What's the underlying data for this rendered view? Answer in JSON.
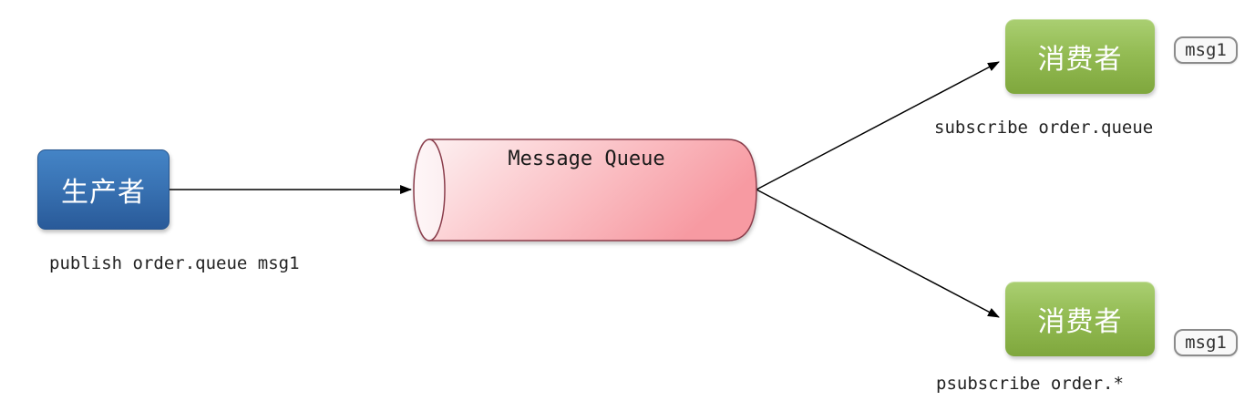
{
  "producer": {
    "label": "生产者",
    "caption": "publish order.queue msg1",
    "gradient_top": "#4484c6",
    "gradient_bottom": "#295a99"
  },
  "queue": {
    "label": "Message Queue",
    "body_gradient_start": "#fdf0f1",
    "body_gradient_mid": "#fbc9cd",
    "body_gradient_end": "#f79aa2",
    "cap_fill": "#fceff1",
    "stroke": "#8a3e4c"
  },
  "consumers": [
    {
      "label": "消费者",
      "caption": "subscribe order.queue",
      "badge": "msg1"
    },
    {
      "label": "消费者",
      "caption": "psubscribe order.*",
      "badge": "msg1"
    }
  ],
  "consumer_style": {
    "gradient_top": "#aacf72",
    "gradient_bottom": "#7fa73d"
  },
  "arrow_color": "#000000"
}
